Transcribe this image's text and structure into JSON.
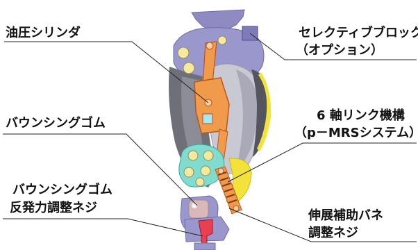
{
  "labels": {
    "hydraulic_cylinder": "油圧シリンダ",
    "select_block": "セレクティブブロック",
    "select_block_option": "（オプション）",
    "bouncing_rubber": "バウンシングゴム",
    "six_axis_link": "6 軸リンク機構",
    "six_axis_link_system": "（p－MRSシステム）",
    "bouncing_rubber_adjust_1": "バウンシングゴム",
    "bouncing_rubber_adjust_2": "反発力調整ネジ",
    "extension_spring_1": "伸展補助バネ",
    "extension_spring_2": "調整ネジ"
  },
  "colors": {
    "frame_purple": "#9a97cc",
    "frame_purple_dark": "#6f6aa8",
    "shell_gray": "#6f6f78",
    "shell_light": "#c9c9d4",
    "link_orange": "#f09a4c",
    "link_dark": "#b8561b",
    "link_cyan": "#7fdccf",
    "rubber_pink": "#d8b8b8",
    "screw_red": "#e84050",
    "accent_yellow": "#f2e23a",
    "bolt_yellow": "#f5e9a0",
    "leader_line": "#222222"
  }
}
